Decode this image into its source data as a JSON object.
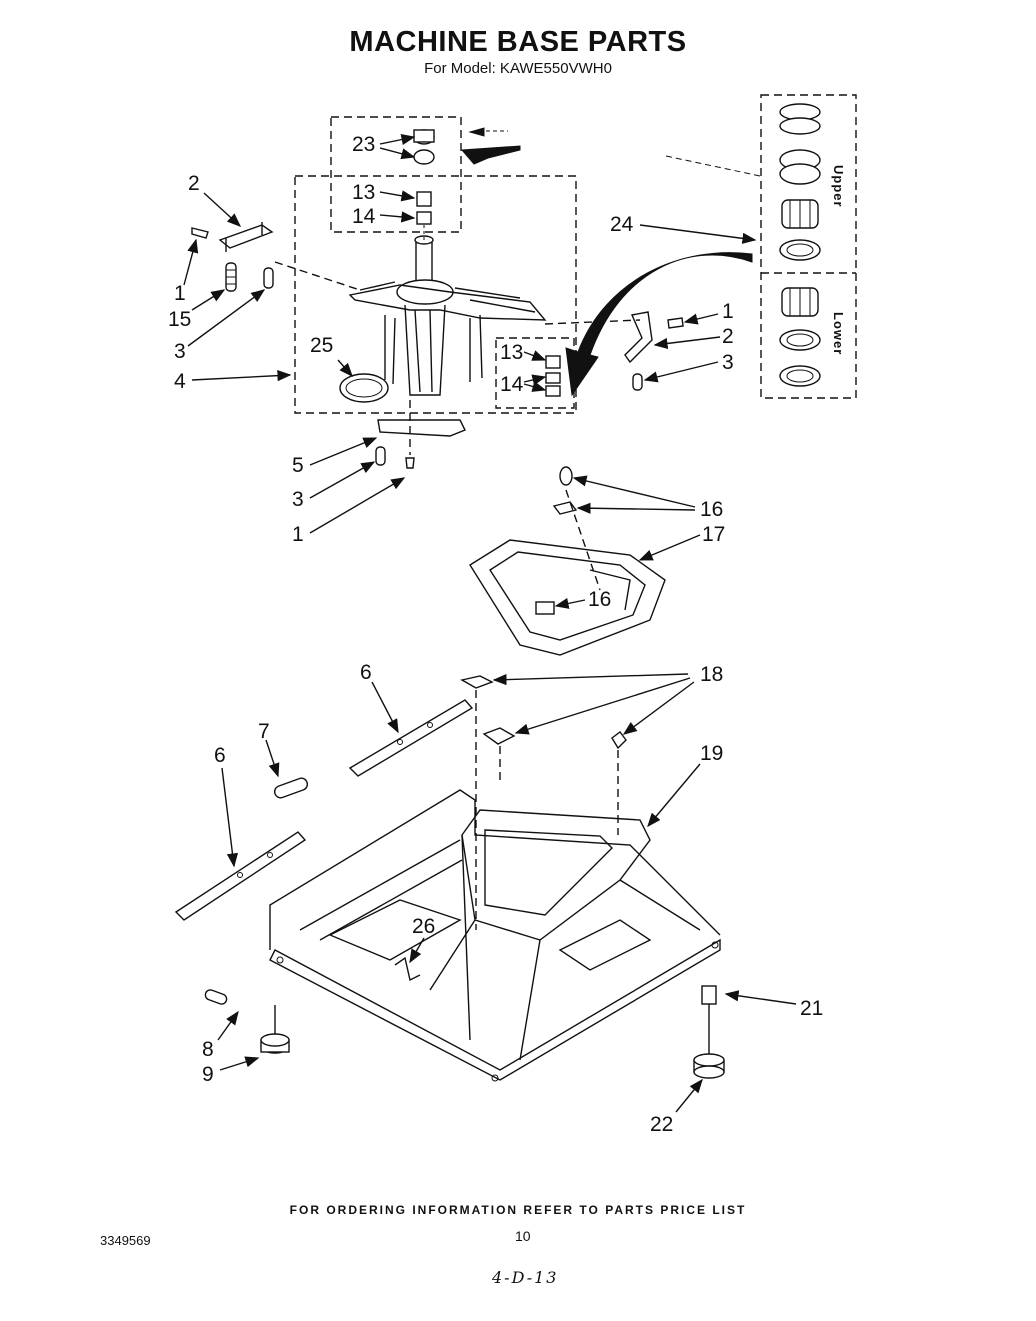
{
  "header": {
    "title": "MACHINE BASE PARTS",
    "subtitle": "For Model: KAWE550VWH0"
  },
  "kit_labels": {
    "upper": "Upper",
    "lower": "Lower"
  },
  "callouts": {
    "c23": "23",
    "c13a": "13",
    "c14a": "14",
    "c2a": "2",
    "c1a": "1",
    "c15": "15",
    "c3a": "3",
    "c4": "4",
    "c25": "25",
    "c24": "24",
    "c1b": "1",
    "c2b": "2",
    "c3b": "3",
    "c13b": "13",
    "c14b": "14",
    "c5": "5",
    "c3c": "3",
    "c1c": "1",
    "c16a": "16",
    "c17": "17",
    "c16b": "16",
    "c6a": "6",
    "c18": "18",
    "c7": "7",
    "c6b": "6",
    "c19": "19",
    "c26": "26",
    "c21": "21",
    "c8": "8",
    "c9": "9",
    "c22": "22"
  },
  "footer": {
    "ordering_note": "FOR ORDERING INFORMATION REFER TO PARTS PRICE LIST",
    "doc_number": "3349569",
    "page_number": "10",
    "handwritten": "4-D-13"
  }
}
